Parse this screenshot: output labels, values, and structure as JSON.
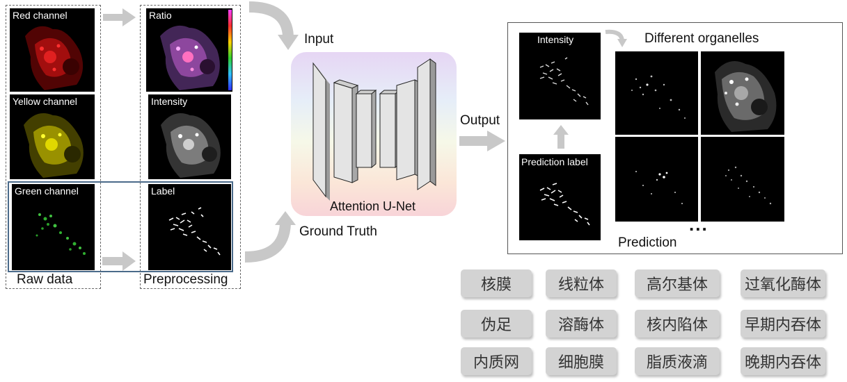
{
  "colors": {
    "red_channel": "#d01010",
    "yellow_channel": "#c8c000",
    "green_channel": "#2aa02a",
    "arrow_gray": "#c8c8c8",
    "frame_blue": "#4a6a8a",
    "chip_gray": "#d3d3d3"
  },
  "raw_data": {
    "red_label": "Red channel",
    "yellow_label": "Yellow channel",
    "green_label": "Green channel",
    "caption": "Raw data"
  },
  "preprocessing": {
    "ratio_label": "Ratio",
    "intensity_label": "Intensity",
    "label_label": "Label",
    "caption": "Preprocessing"
  },
  "network": {
    "input_label": "Input",
    "ground_truth_label": "Ground Truth",
    "model_label": "Attention U-Net",
    "output_label": "Output"
  },
  "prediction": {
    "intensity_label": "Intensity",
    "prediction_label_label": "Prediction label",
    "organelles_title": "Different organelles",
    "ellipsis": "...",
    "caption": "Prediction"
  },
  "organelles": [
    "核膜",
    "线粒体",
    "高尔基体",
    "过氧化酶体",
    "伪足",
    "溶酶体",
    "核内陷体",
    "早期内吞体",
    "内质网",
    "细胞膜",
    "脂质液滴",
    "晚期内吞体"
  ]
}
